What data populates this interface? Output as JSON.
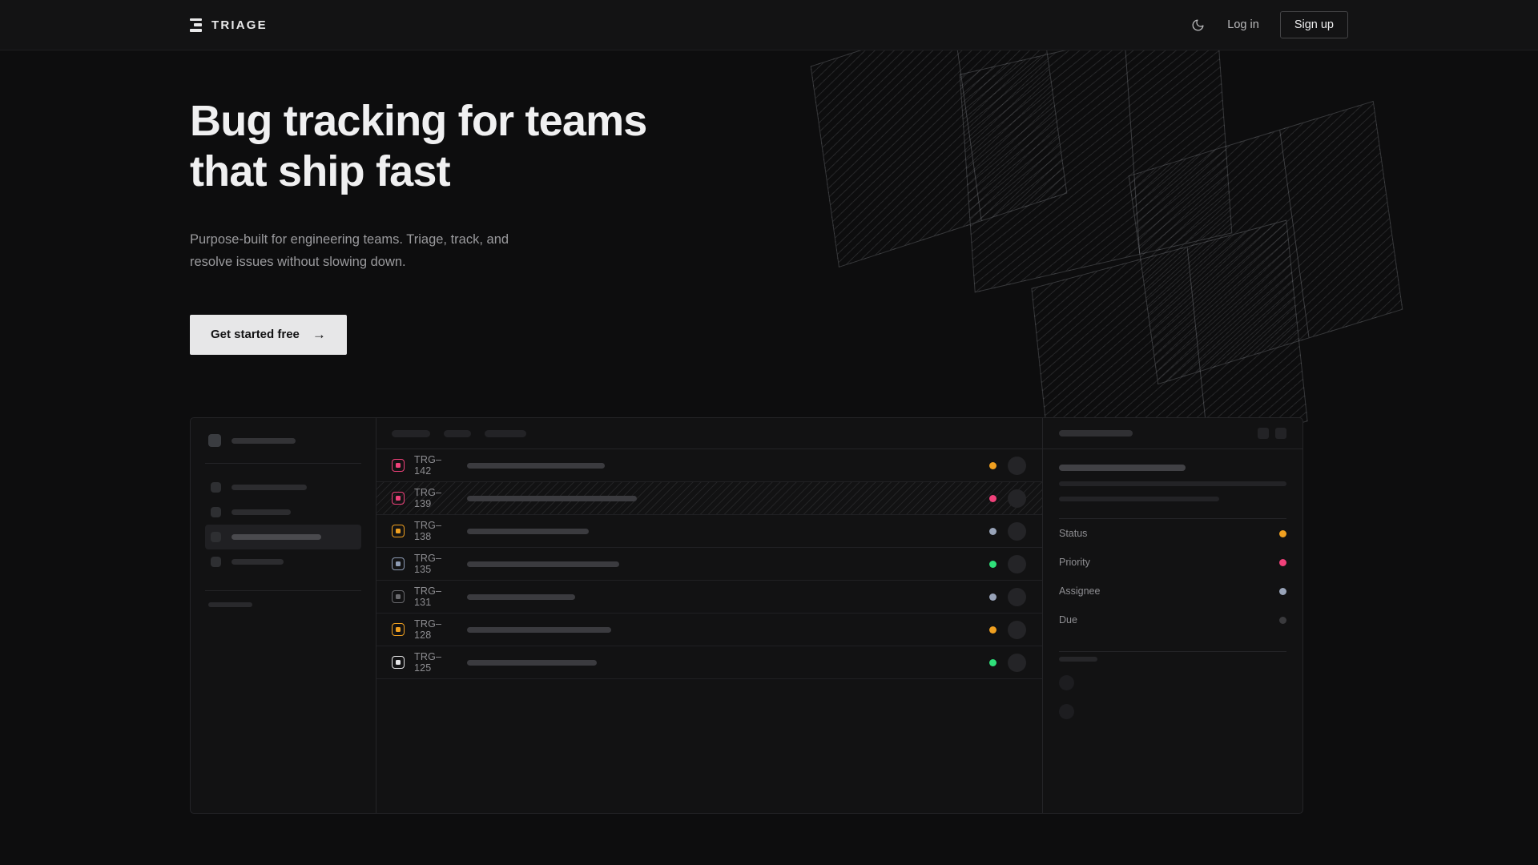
{
  "header": {
    "brand": "TRIAGE",
    "brand_icon": "triage-bars-icon",
    "theme_toggle_icon": "moon-icon",
    "login_label": "Log in",
    "signup_label": "Sign up"
  },
  "hero": {
    "headline": "Bug tracking for teams\nthat ship fast",
    "subtext": "Purpose-built for engineering teams. Triage, track, and\nresolve issues without slowing down.",
    "cta_label": "Get started free",
    "cta_arrow": "→"
  },
  "app": {
    "sidebar": {
      "nav_items": [
        {
          "width": 94
        },
        {
          "width": 74
        },
        {
          "width": 112,
          "active": true
        },
        {
          "width": 65
        }
      ],
      "mini_items": 3
    },
    "list": {
      "toolbar_chips": [
        48,
        34,
        52
      ],
      "rows": [
        {
          "id": "TRG–142",
          "badge": "#f0417a",
          "badge_border": "#f0417a",
          "title_width": 172,
          "status": "#f0a020",
          "selected": false
        },
        {
          "id": "TRG–139",
          "badge": "#f0417a",
          "badge_border": "#f0417a",
          "title_width": 212,
          "status": "#f0417a",
          "selected": true
        },
        {
          "id": "TRG–138",
          "badge": "#f0a020",
          "badge_border": "#f0a020",
          "title_width": 152,
          "status": "#98a3b8",
          "selected": false
        },
        {
          "id": "TRG–135",
          "badge": "#8e9cb5",
          "badge_border": "#8e9cb5",
          "title_width": 190,
          "status": "#2fe07a",
          "selected": false
        },
        {
          "id": "TRG–131",
          "badge": "#6a6a6e",
          "badge_border": "#6a6a6e",
          "title_width": 135,
          "status": "#98a3b8",
          "selected": false
        },
        {
          "id": "TRG–128",
          "badge": "#f0a020",
          "badge_border": "#f0a020",
          "title_width": 180,
          "status": "#f0a020",
          "selected": false
        },
        {
          "id": "TRG–125",
          "badge": "#e4e4e6",
          "badge_border": "#e4e4e6",
          "title_width": 162,
          "status": "#2fe07a",
          "selected": false
        }
      ]
    },
    "detail": {
      "description_lines": [
        284,
        200
      ],
      "meta": [
        {
          "label": "Status",
          "color": "#f0a020"
        },
        {
          "label": "Priority",
          "color": "#f0417a"
        },
        {
          "label": "Assignee",
          "color": "#98a3b8"
        },
        {
          "label": "Due",
          "color": "#3a3a3d"
        }
      ],
      "activity_avatars": 2
    }
  },
  "colors": {
    "background": "#0d0d0e",
    "header_bg": "#131314",
    "panel_bg": "#121213",
    "border": "#242427",
    "text_primary": "#f0f0f1",
    "text_muted": "#9a9a9d",
    "accent_orange": "#f0a020",
    "accent_pink": "#f0417a",
    "accent_green": "#2fe07a",
    "accent_slate": "#98a3b8"
  }
}
